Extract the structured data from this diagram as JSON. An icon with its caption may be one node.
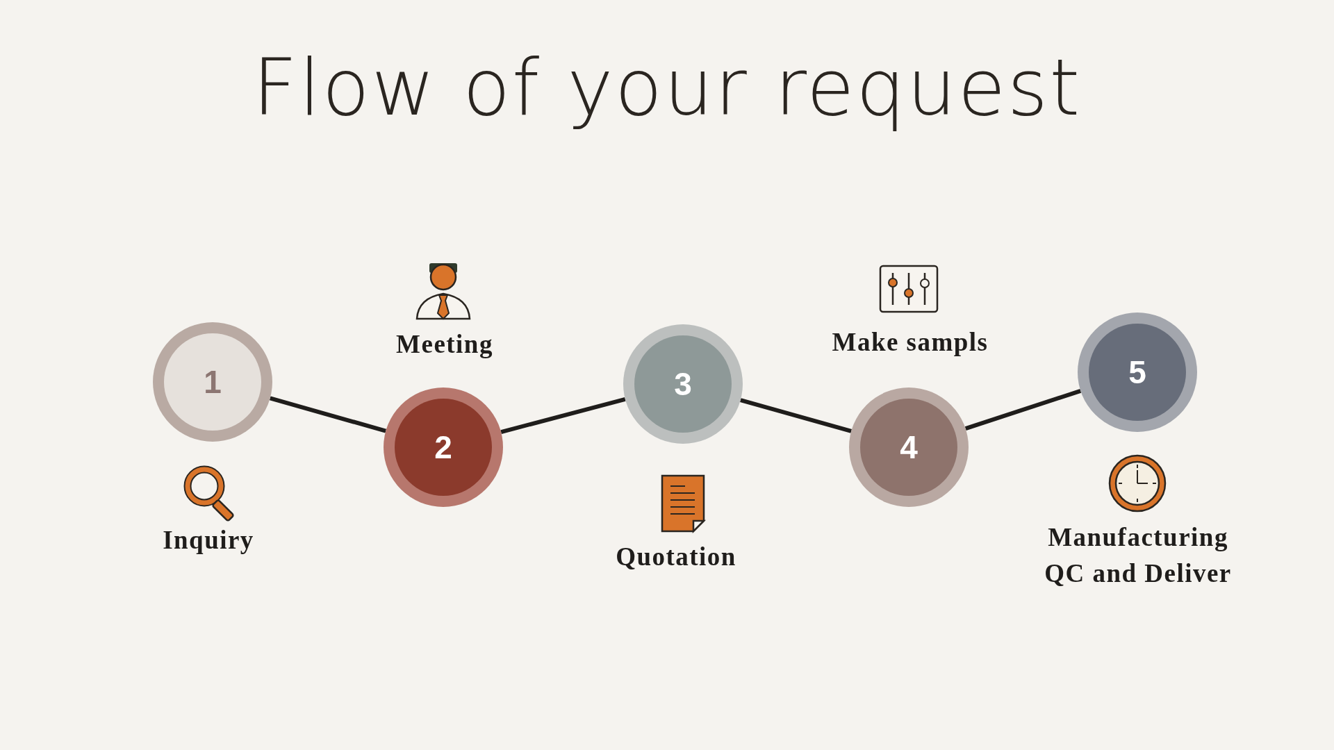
{
  "diagram": {
    "title": "Flow of your request",
    "nodes": [
      {
        "text": [
          "1"
        ],
        "beside": [
          "Inquiry"
        ]
      },
      {
        "text": [
          "2"
        ],
        "beside": [
          "Meeting"
        ]
      },
      {
        "text": [
          "3"
        ],
        "beside": [
          "Quotation"
        ]
      },
      {
        "text": [
          "4"
        ],
        "beside": [
          "Make sampls"
        ]
      },
      {
        "text": [
          "5"
        ],
        "beside": [
          "Manufacturing QC and Deliver"
        ]
      }
    ],
    "edges": [
      {
        "from": 0,
        "to": 1,
        "arrow": "none"
      },
      {
        "from": 1,
        "to": 2,
        "arrow": "none"
      },
      {
        "from": 2,
        "to": 3,
        "arrow": "none"
      },
      {
        "from": 3,
        "to": 4,
        "arrow": "none"
      }
    ]
  }
}
